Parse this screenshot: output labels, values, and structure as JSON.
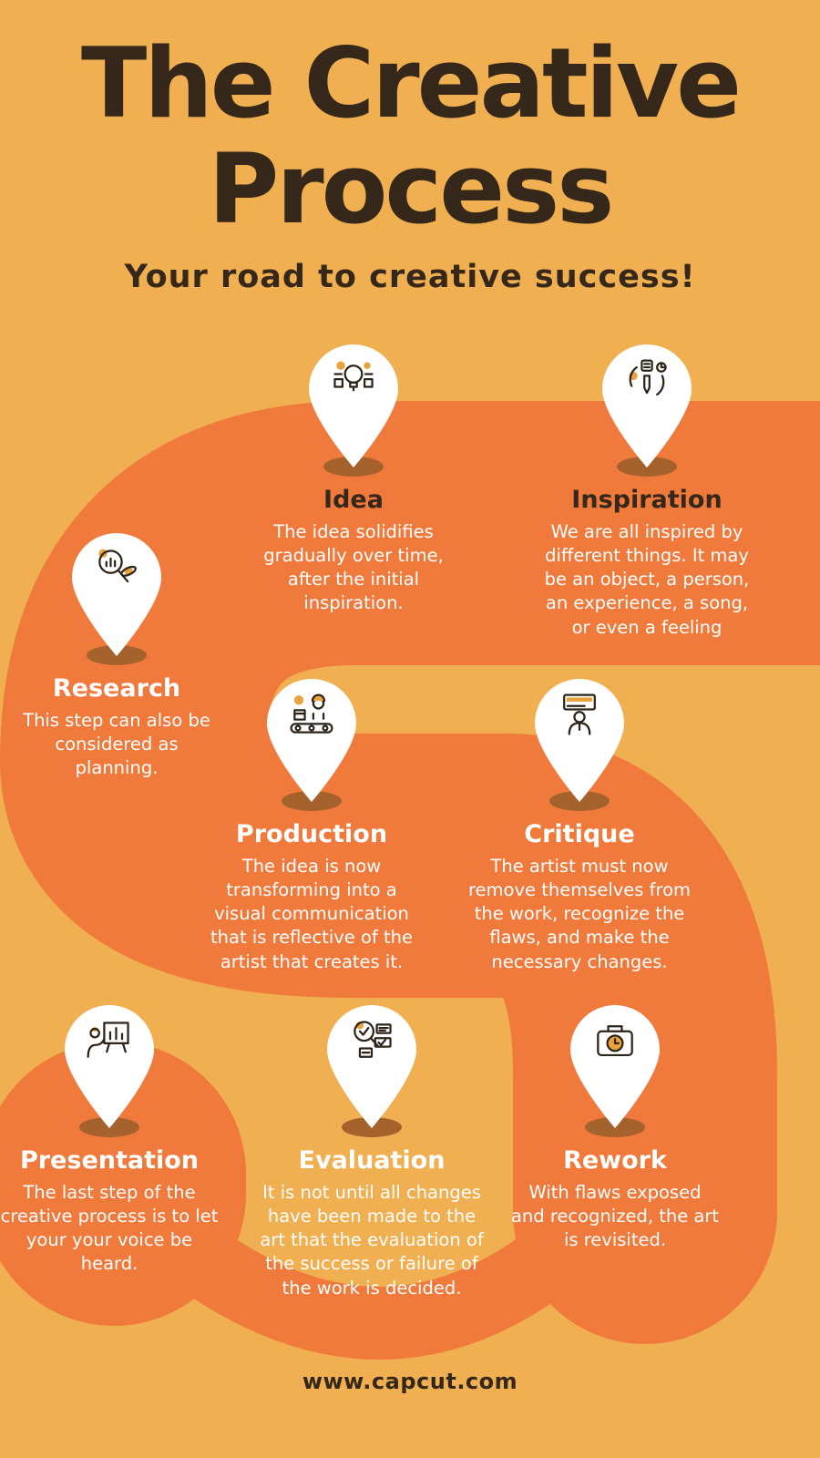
{
  "page": {
    "title_line1": "The Creative",
    "title_line2": "Process",
    "subtitle": "Your road to creative success!",
    "footer": "www.capcut.com"
  },
  "colors": {
    "background": "#F0AF50",
    "road": "#F0793C",
    "dark_text": "#35271A",
    "white_text": "#FFFFFF",
    "pin_fill": "#FFFFFF",
    "pin_shadow": "#A5622C",
    "icon_accent": "#E8A33C",
    "icon_line": "#2E2318"
  },
  "steps": [
    {
      "id": "idea",
      "title": "Idea",
      "title_color": "dark",
      "description": "The idea solidifies\ngradually over time,\nafter the initial\ninspiration."
    },
    {
      "id": "inspiration",
      "title": "Inspiration",
      "title_color": "dark",
      "description": "We are all inspired by\ndifferent things.  It may\nbe an object, a person,\nan experience, a song,\nor even a feeling"
    },
    {
      "id": "research",
      "title": "Research",
      "title_color": "white",
      "description": "This step can also be\nconsidered as\nplanning."
    },
    {
      "id": "production",
      "title": "Production",
      "title_color": "white",
      "description": "The idea is now\ntransforming into a\nvisual communication\nthat is reflective of the\nartist that creates it."
    },
    {
      "id": "critique",
      "title": "Critique",
      "title_color": "white",
      "description": "The artist must now\nremove themselves from\nthe work, recognize the\nflaws, and make the\nnecessary changes."
    },
    {
      "id": "presentation",
      "title": "Presentation",
      "title_color": "white",
      "description": "The last step of the\ncreative process is to let\nyour your voice be heard."
    },
    {
      "id": "evaluation",
      "title": "Evaluation",
      "title_color": "white",
      "description": "It is not until all changes\nhave been made to the\nart that the evaluation of\nthe success or failure of\nthe work is decided."
    },
    {
      "id": "rework",
      "title": "Rework",
      "title_color": "white",
      "description": "With flaws exposed\nand recognized, the art\nis revisited."
    }
  ]
}
